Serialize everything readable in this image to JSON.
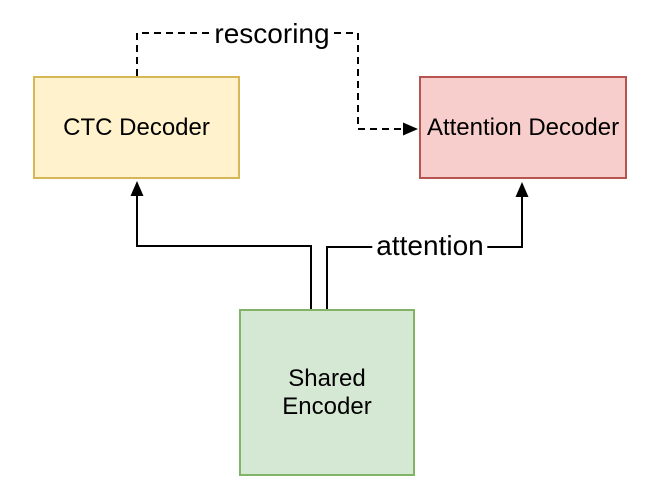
{
  "diagram": {
    "type": "flowchart",
    "background_color": "#FFFFFF",
    "line_color": "#000000",
    "text_color": "#000000",
    "nodes": {
      "ctc_decoder": {
        "label": "CTC Decoder",
        "fill": "#FFF2CC",
        "stroke": "#D6B656"
      },
      "attention_decoder": {
        "label": "Attention Decoder",
        "fill": "#F8CECC",
        "stroke": "#B85450"
      },
      "shared_encoder": {
        "label": "Shared Encoder",
        "fill": "#D5E8D4",
        "stroke": "#82B366"
      }
    },
    "edges": {
      "rescoring": {
        "label": "rescoring",
        "from": "ctc_decoder",
        "to": "attention_decoder",
        "style": "dashed",
        "arrowhead": "filled-triangle"
      },
      "encoder_to_ctc": {
        "label": "",
        "from": "shared_encoder",
        "to": "ctc_decoder",
        "style": "solid",
        "arrowhead": "filled-triangle"
      },
      "attention": {
        "label": "attention",
        "from": "shared_encoder",
        "to": "attention_decoder",
        "style": "solid",
        "arrowhead": "filled-triangle"
      }
    }
  }
}
